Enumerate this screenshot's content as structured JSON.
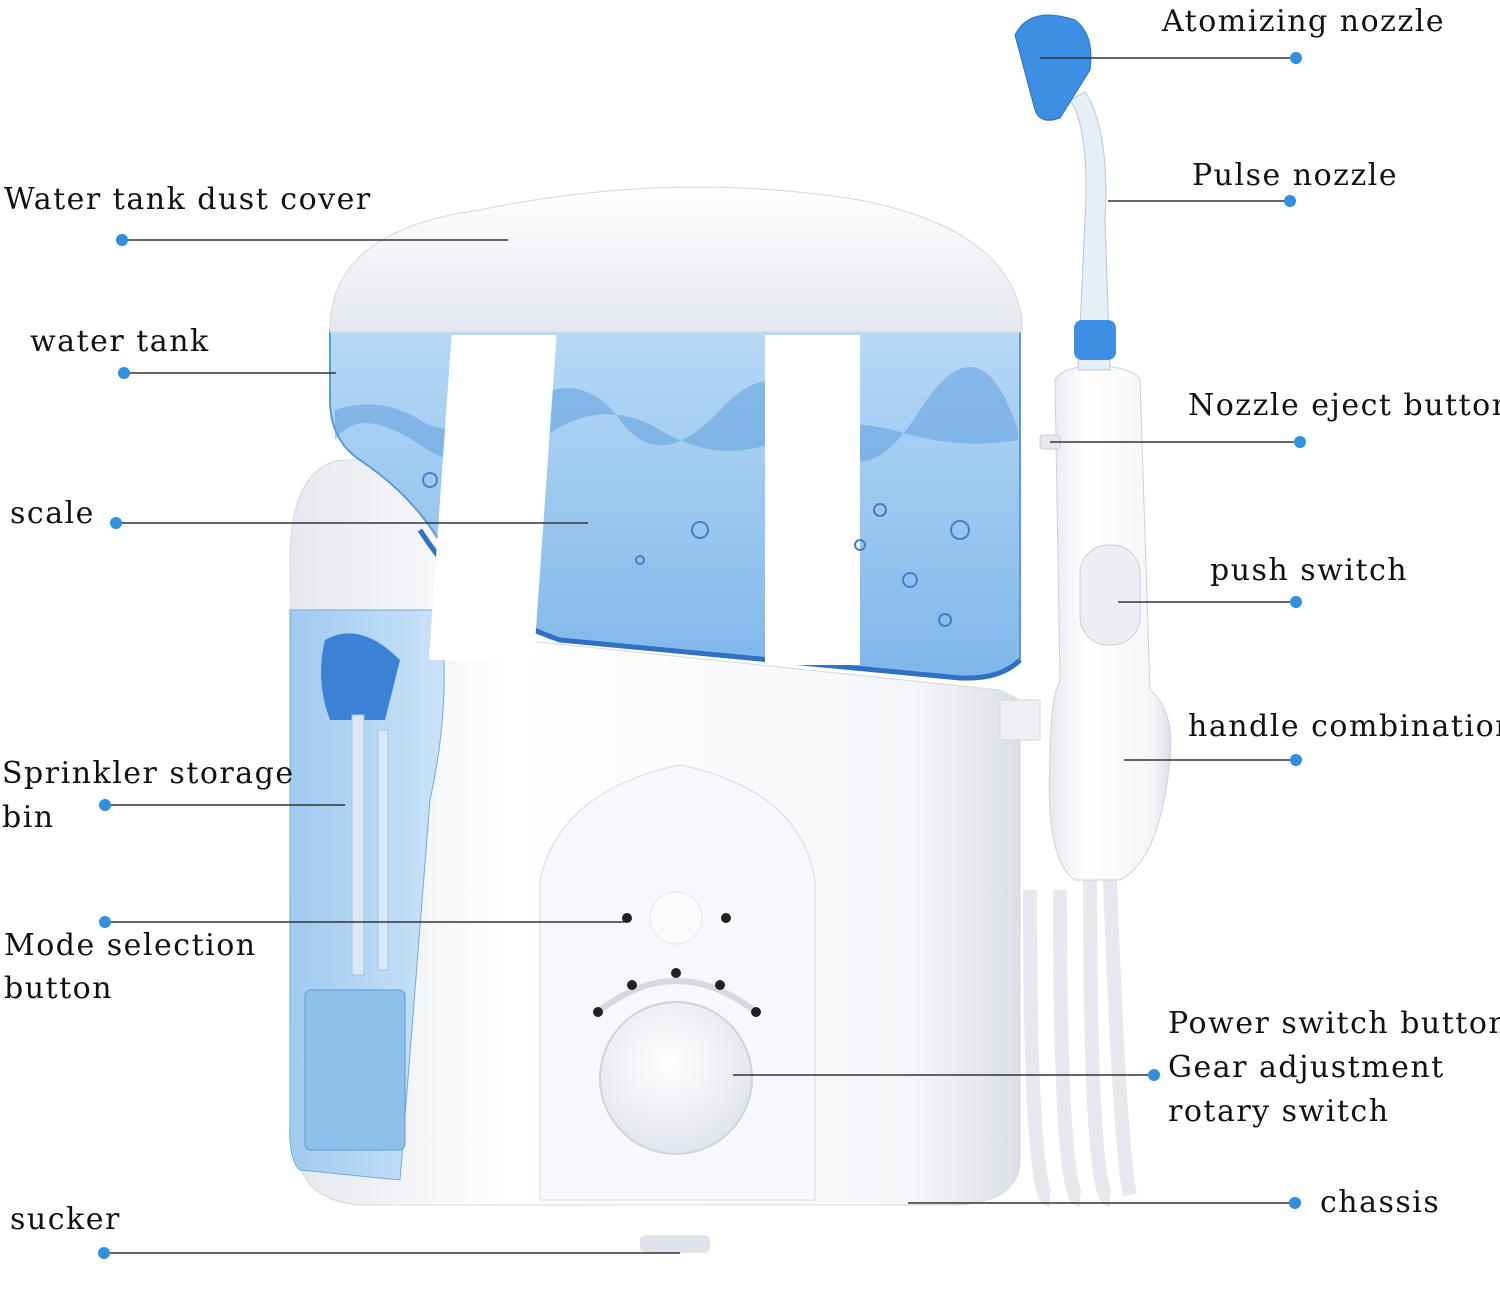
{
  "colors": {
    "dot": "#2f8fe0",
    "line": "#333333",
    "water": "#8ec3ee",
    "water_dark": "#4a8fd6",
    "body": "#f3f4f7",
    "nozzle": "#3d8fe3"
  },
  "callouts": [
    {
      "id": "atomizing-nozzle",
      "text": "Atomizing nozzle",
      "side": "right"
    },
    {
      "id": "water-tank-dust-cover",
      "text": "Water tank dust cover",
      "side": "left"
    },
    {
      "id": "pulse-nozzle",
      "text": "Pulse nozzle",
      "side": "right"
    },
    {
      "id": "water-tank",
      "text": "water tank",
      "side": "left"
    },
    {
      "id": "nozzle-eject-button",
      "text": "Nozzle eject button",
      "side": "right"
    },
    {
      "id": "scale",
      "text": "scale",
      "side": "left"
    },
    {
      "id": "push-switch",
      "text": "push switch",
      "side": "right"
    },
    {
      "id": "handle-combination",
      "text": "handle combination",
      "side": "right"
    },
    {
      "id": "sprinkler-storage-bin",
      "text": "Sprinkler storage",
      "text2": "bin",
      "side": "left"
    },
    {
      "id": "mode-selection-button",
      "text": "Mode selection",
      "text2": "button",
      "side": "left"
    },
    {
      "id": "power-gear-switch",
      "text": "Power switch button",
      "text2": "Gear adjustment",
      "text3": "rotary switch",
      "side": "right"
    },
    {
      "id": "chassis",
      "text": "chassis",
      "side": "right"
    },
    {
      "id": "sucker",
      "text": "sucker",
      "side": "left"
    }
  ]
}
